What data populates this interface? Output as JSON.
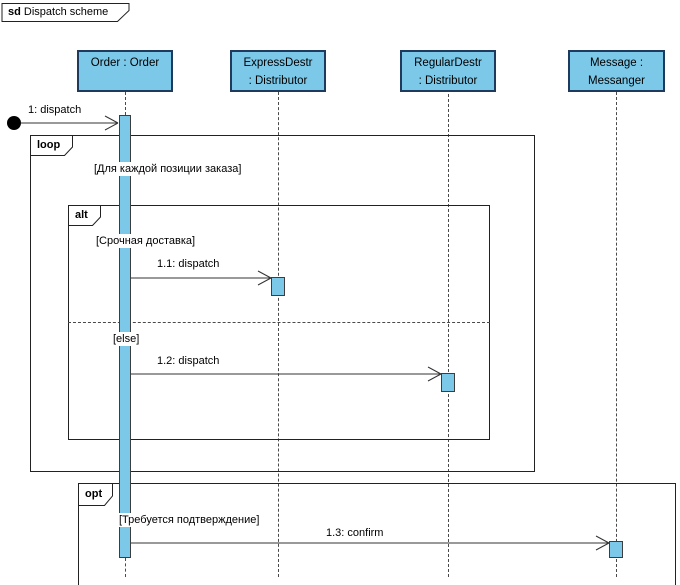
{
  "frame_tab": {
    "keyword": "sd",
    "title": "Dispatch scheme"
  },
  "lifelines": [
    {
      "line1": "Order : Order",
      "line2": ""
    },
    {
      "line1": "ExpressDestr",
      "line2": ": Distributor"
    },
    {
      "line1": "RegularDestr",
      "line2": ": Distributor"
    },
    {
      "line1": "Message :",
      "line2": "Messanger"
    }
  ],
  "fragments": {
    "loop": {
      "operator": "loop",
      "guard": "[Для каждой позиции заказа]"
    },
    "alt": {
      "operator": "alt",
      "guard_primary": "[Срочная доставка]",
      "guard_else": "[else]"
    },
    "opt": {
      "operator": "opt",
      "guard": "[Требуется подтверждение]"
    }
  },
  "messages": {
    "m1": {
      "label": "1: dispatch"
    },
    "m11": {
      "label": "1.1: dispatch"
    },
    "m12": {
      "label": "1.2: dispatch"
    },
    "m13": {
      "label": "1.3: confirm"
    }
  },
  "colors": {
    "shape_fill": "#7cc8e8",
    "shape_border": "#1e3a5c",
    "line": "#333333"
  }
}
